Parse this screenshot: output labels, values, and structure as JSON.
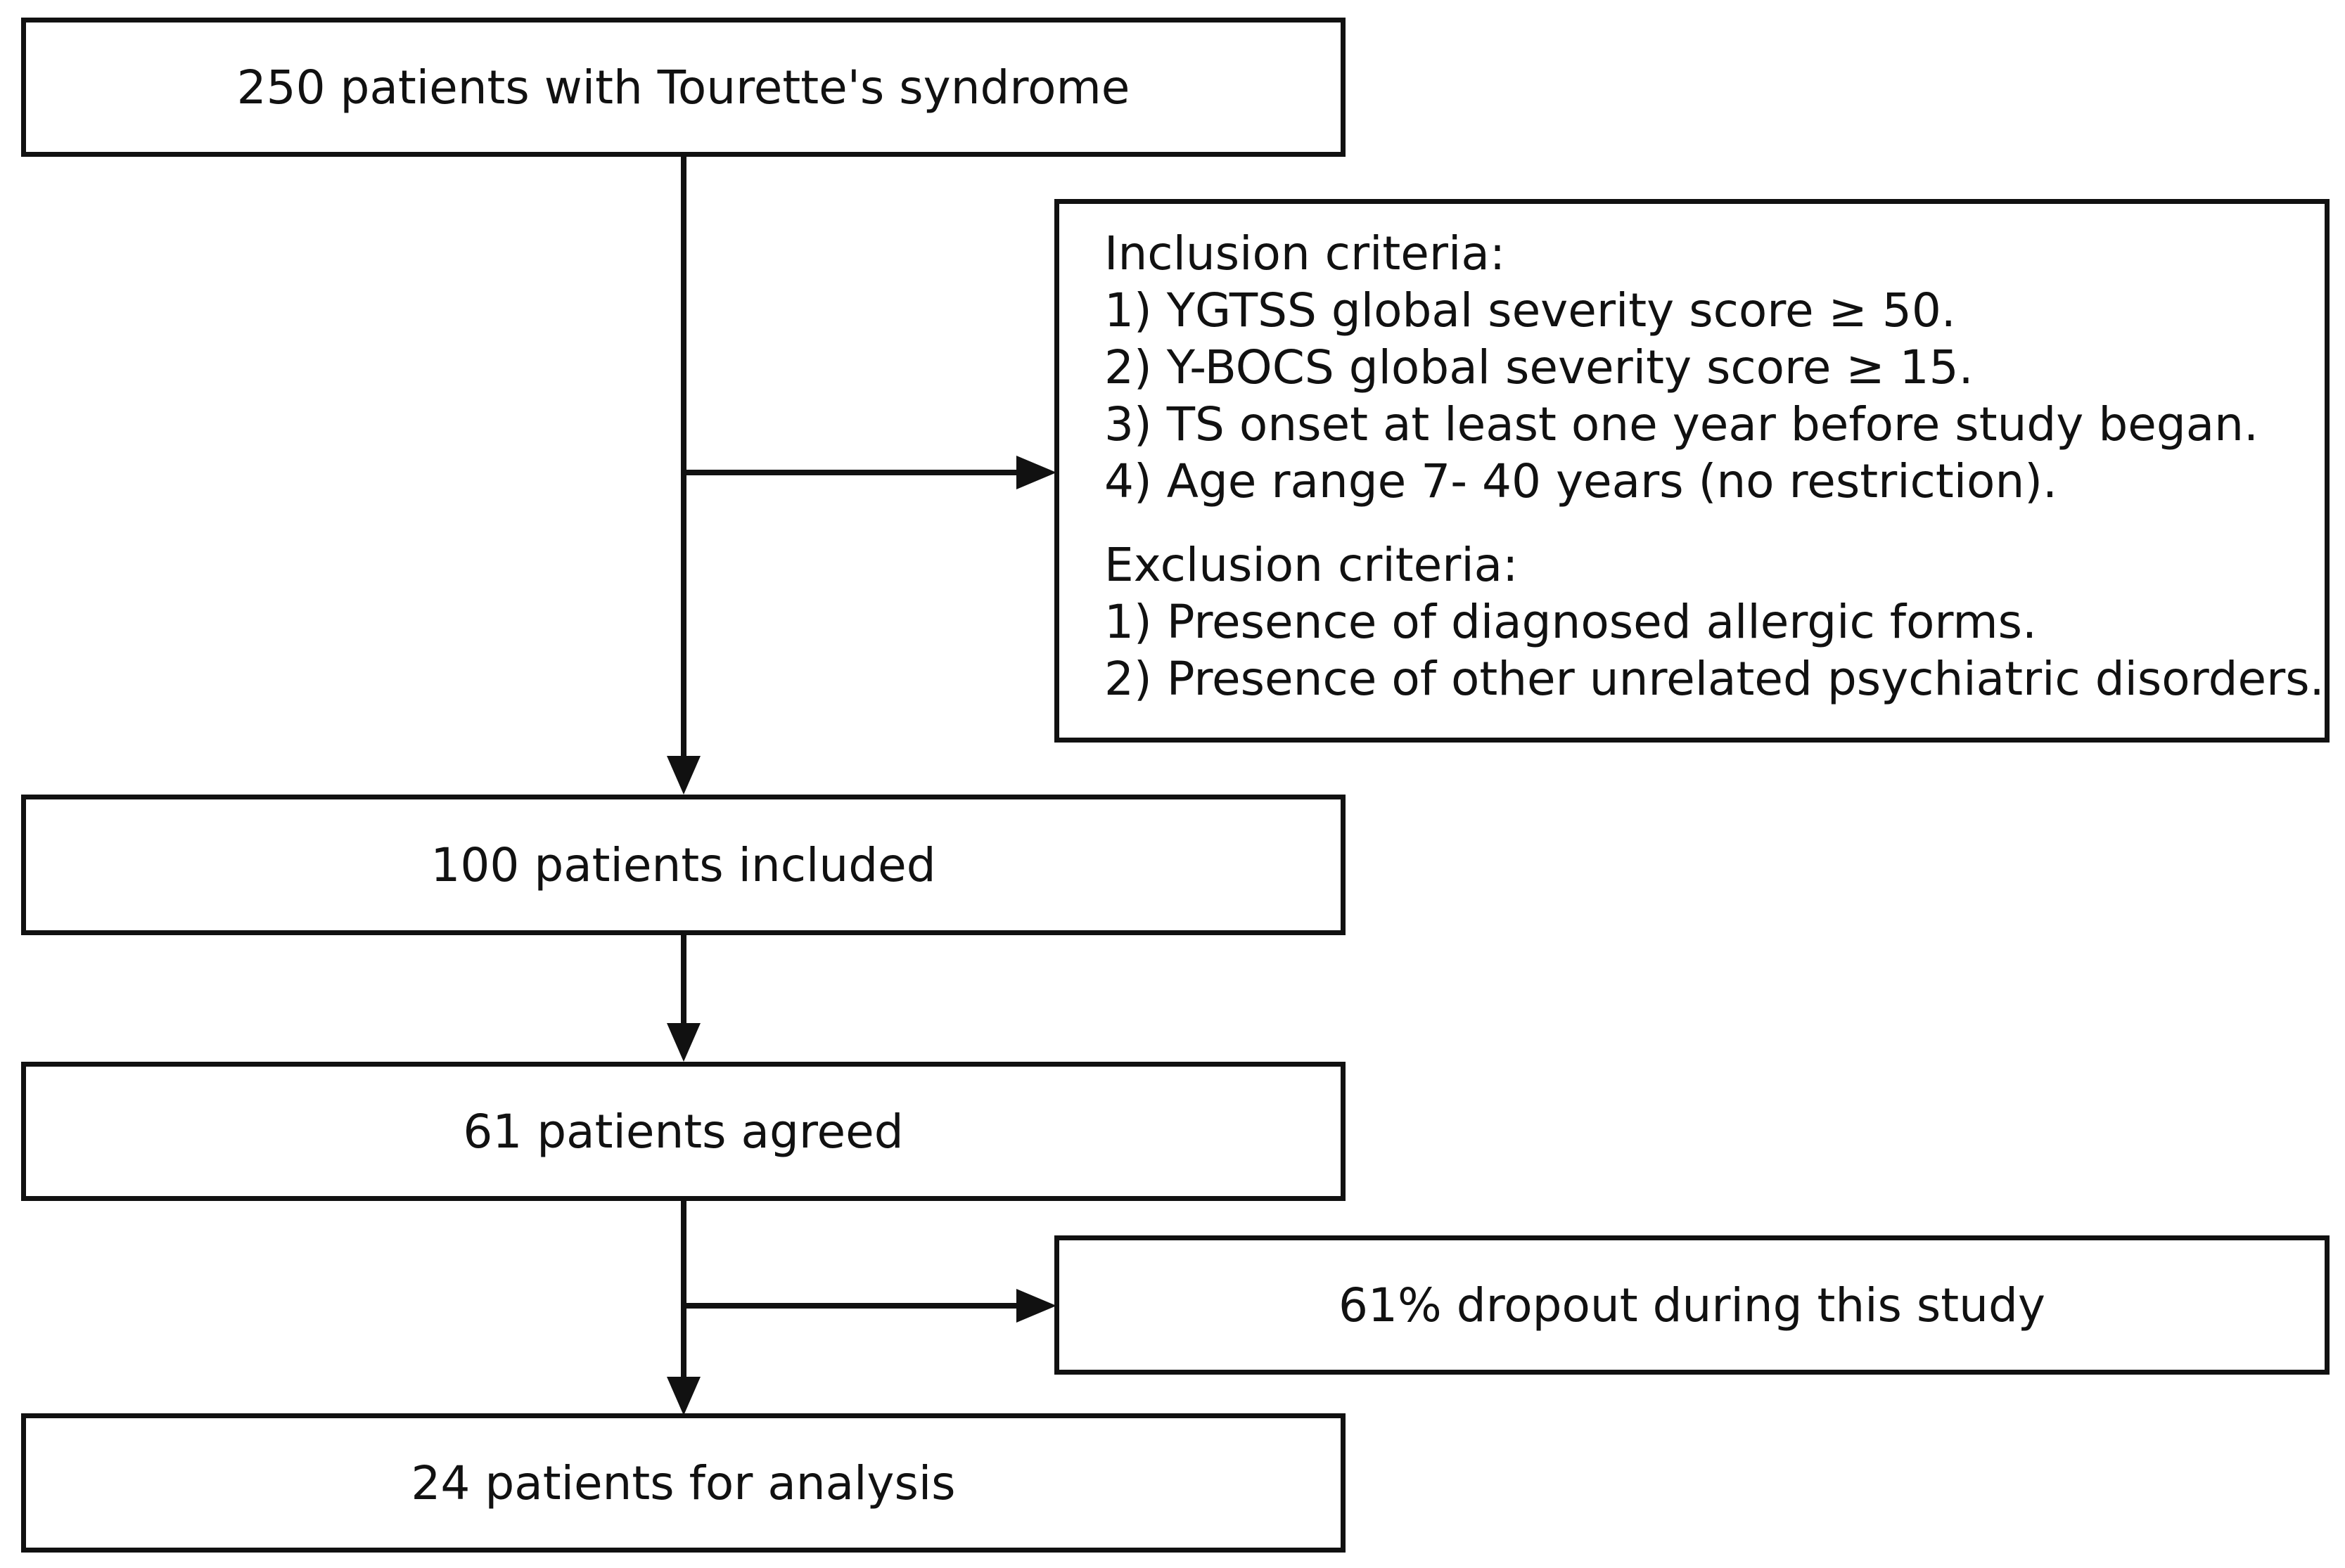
{
  "flowchart": {
    "step1": "250 patients with Tourette's syndrome",
    "step2": "100 patients included",
    "step3": "61 patients agreed",
    "step4": "24 patients for analysis",
    "side_dropout": "61% dropout during this study",
    "criteria": {
      "inclusion_title": "Inclusion criteria:",
      "inclusion": [
        "1) YGTSS global severity score ≥ 50.",
        "2) Y-BOCS global severity score ≥ 15.",
        "3) TS onset at least one year before study began.",
        "4) Age range 7- 40 years (no restriction)."
      ],
      "exclusion_title": "Exclusion criteria:",
      "exclusion": [
        "1) Presence of diagnosed allergic forms.",
        "2) Presence of other unrelated psychiatric disorders."
      ]
    }
  },
  "colors": {
    "line": "#111111",
    "background": "#ffffff"
  }
}
